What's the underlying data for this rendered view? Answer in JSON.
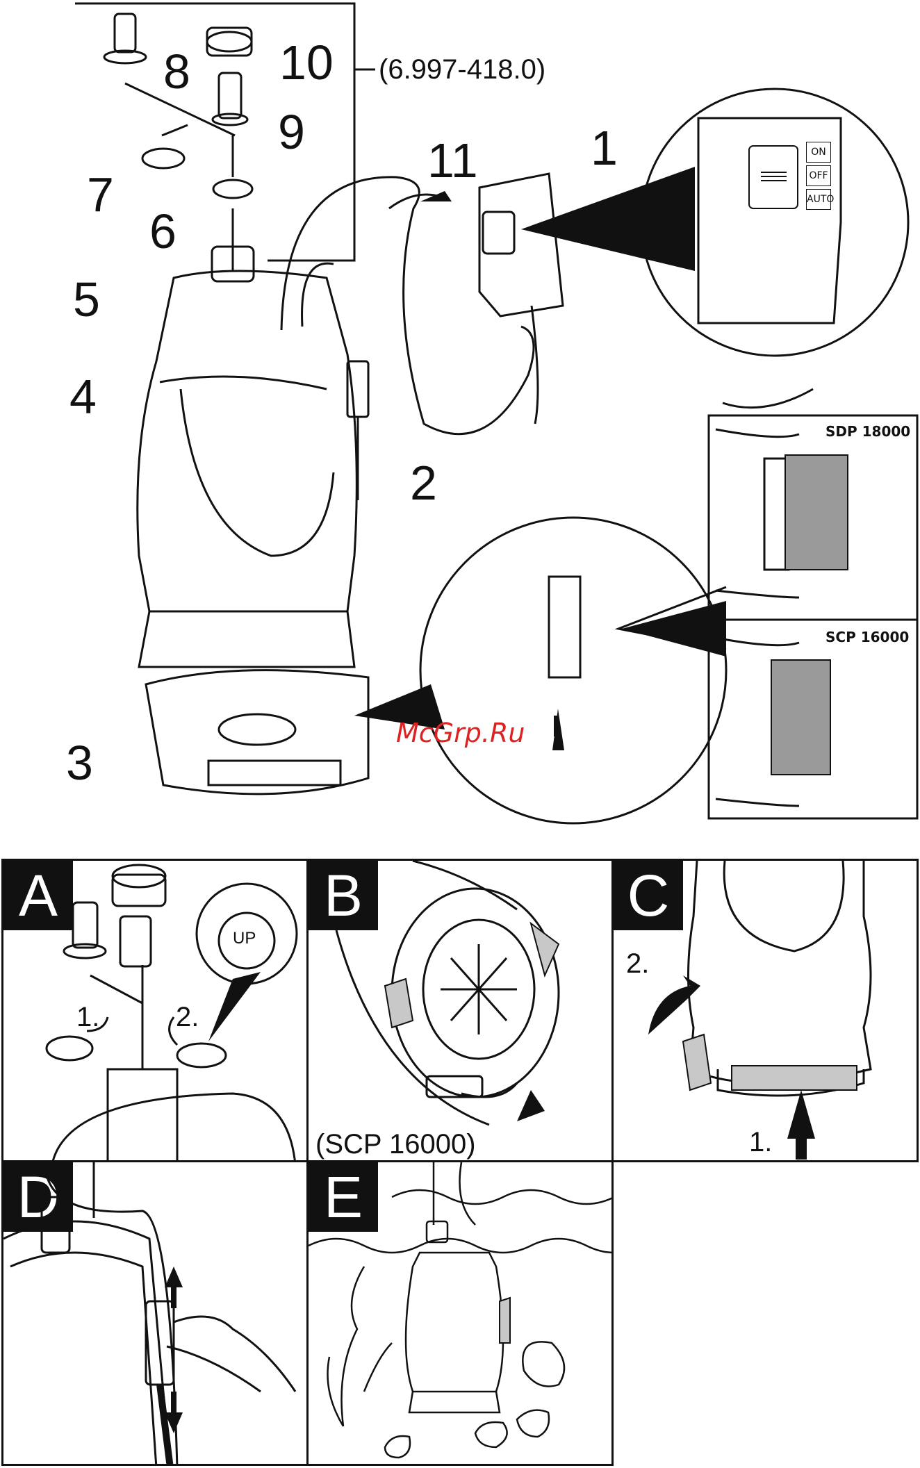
{
  "parts": {
    "labels": [
      "1",
      "2",
      "3",
      "4",
      "5",
      "6",
      "7",
      "8",
      "9",
      "10",
      "11"
    ],
    "kit_number": "(6.997-418.0)"
  },
  "switch": {
    "on": "ON",
    "off": "OFF",
    "auto": "AUTO"
  },
  "models": {
    "top": "SDP 18000",
    "bottom": "SCP 16000"
  },
  "watermark": "McGrp.Ru",
  "panels": {
    "a": {
      "letter": "A",
      "step1": "1.",
      "step2": "2.",
      "cap_text": "UP"
    },
    "b": {
      "letter": "B",
      "caption": "(SCP 16000)"
    },
    "c": {
      "letter": "C",
      "step1": "1.",
      "step2": "2."
    },
    "d": {
      "letter": "D"
    },
    "e": {
      "letter": "E"
    }
  },
  "colors": {
    "ink": "#111111",
    "grey": "#9a9a9a",
    "light_grey": "#c8c8c8",
    "watermark": "#dd2222"
  }
}
